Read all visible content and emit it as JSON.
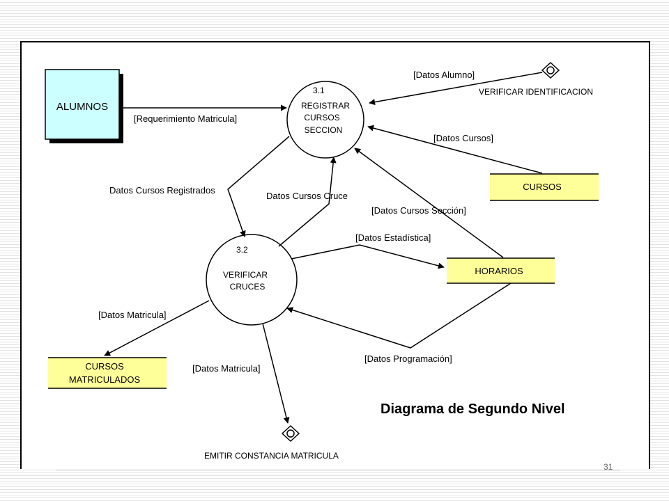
{
  "diagram": {
    "title": "Diagrama de Segundo Nivel",
    "page_number": "31",
    "external_entity": {
      "label": "ALUMNOS",
      "fill_color": "#ccffff"
    },
    "processes": [
      {
        "number": "3.1",
        "line1": "REGISTRAR",
        "line2": "CURSOS",
        "line3": "SECCION"
      },
      {
        "number": "3.2",
        "line1": "VERIFICAR",
        "line2": "CRUCES"
      }
    ],
    "data_stores": {
      "fill_color": "#ffff99",
      "cursos": "CURSOS",
      "horarios": "HORARIOS",
      "matriculados_line1": "CURSOS",
      "matriculados_line2": "MATRICULADOS"
    },
    "offpage_connectors": {
      "verificar": "VERIFICAR IDENTIFICACION",
      "emitir": "EMITIR CONSTANCIA MATRICULA"
    },
    "flows": {
      "requerimiento": "[Requerimiento Matricula]",
      "datos_alumno": "[Datos Alumno]",
      "datos_cursos": "[Datos Cursos]",
      "cursos_registrados": "Datos Cursos Registrados",
      "cursos_cruce": "Datos Cursos Cruce",
      "cursos_seccion": "[Datos Cursos Sección]",
      "estadistica": "[Datos Estadística]",
      "matricula_left": "[Datos Matricula]",
      "matricula_bottom": "[Datos Matricula]",
      "programacion": "[Datos Programación]"
    }
  }
}
